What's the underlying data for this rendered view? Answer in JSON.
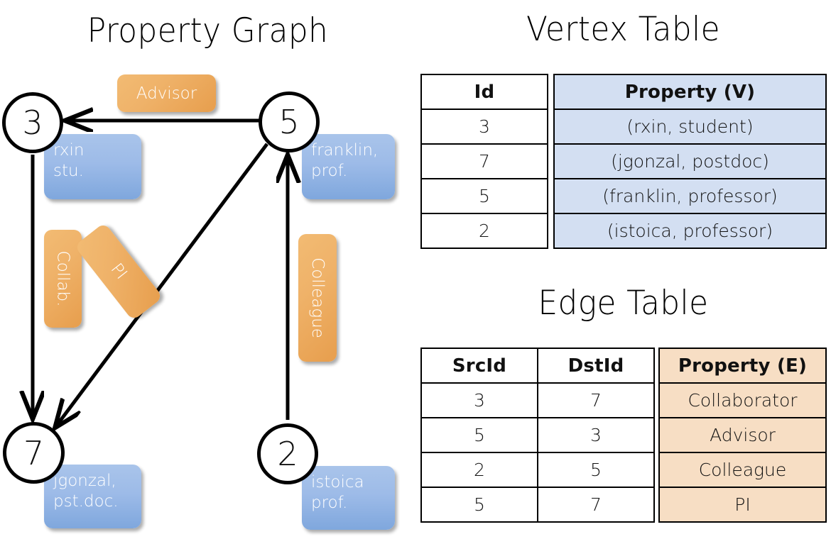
{
  "titles": {
    "property_graph": "Property Graph",
    "vertex_table": "Vertex Table",
    "edge_table": "Edge Table"
  },
  "colors": {
    "vertex_property_fill": "#d3dff2",
    "edge_property_fill": "#f7dec4",
    "vertex_box_blue": "#9dbbe8",
    "edge_label_orange": "#efb269",
    "stroke": "#000000"
  },
  "graph": {
    "nodes": [
      {
        "id": "3",
        "label": "3",
        "property": "rxin\nstu."
      },
      {
        "id": "5",
        "label": "5",
        "property": "franklin,\nprof."
      },
      {
        "id": "7",
        "label": "7",
        "property": "jgonzal,\npst.doc."
      },
      {
        "id": "2",
        "label": "2",
        "property": "istoica\nprof."
      }
    ],
    "edge_labels": [
      {
        "name": "advisor",
        "text": "Advisor"
      },
      {
        "name": "collab",
        "text": "Collab."
      },
      {
        "name": "pi",
        "text": "PI"
      },
      {
        "name": "colleague",
        "text": "Colleague"
      }
    ],
    "edges": [
      {
        "from": "5",
        "to": "3",
        "label": "Advisor"
      },
      {
        "from": "3",
        "to": "7",
        "label": "Collab."
      },
      {
        "from": "5",
        "to": "7",
        "label": "PI"
      },
      {
        "from": "2",
        "to": "5",
        "label": "Colleague"
      }
    ]
  },
  "vertex_table": {
    "headers": [
      "Id",
      "Property (V)"
    ],
    "rows": [
      {
        "id": "3",
        "property": "(rxin, student)"
      },
      {
        "id": "7",
        "property": "(jgonzal, postdoc)"
      },
      {
        "id": "5",
        "property": "(franklin, professor)"
      },
      {
        "id": "2",
        "property": "(istoica, professor)"
      }
    ]
  },
  "edge_table": {
    "headers": [
      "SrcId",
      "DstId",
      "Property (E)"
    ],
    "rows": [
      {
        "src": "3",
        "dst": "7",
        "property": "Collaborator"
      },
      {
        "src": "5",
        "dst": "3",
        "property": "Advisor"
      },
      {
        "src": "2",
        "dst": "5",
        "property": "Colleague"
      },
      {
        "src": "5",
        "dst": "7",
        "property": "PI"
      }
    ]
  }
}
